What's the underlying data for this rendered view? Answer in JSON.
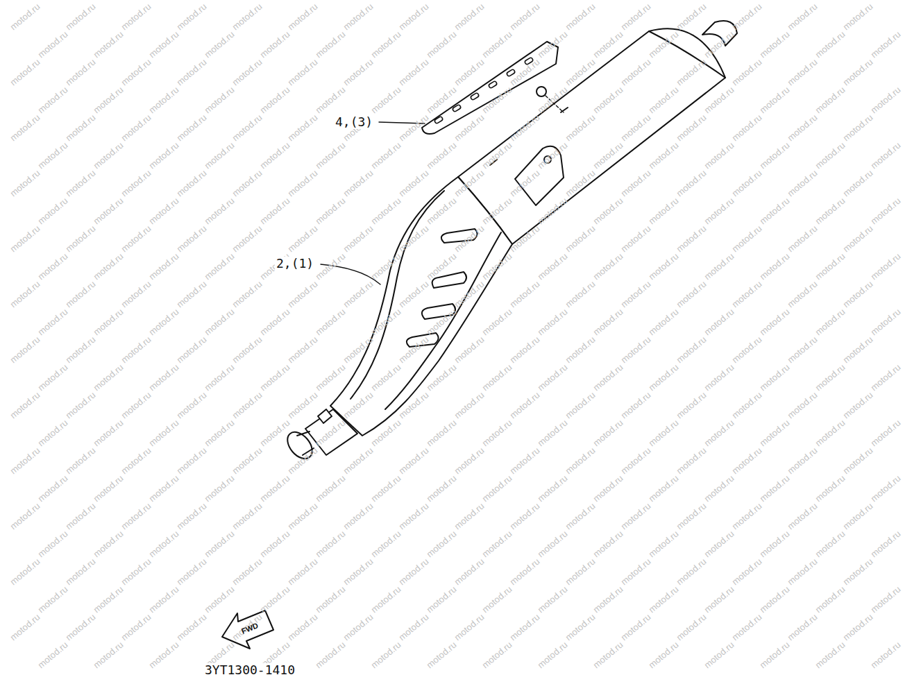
{
  "diagram": {
    "labels": [
      "4,(3)",
      "2,(1)",
      "FWD",
      "3YT1300-1410",
      "motod.ru",
      "motod.ru",
      "motod.ru",
      "motod.ru",
      "motod.ru",
      "motod.ru",
      "motod.ru",
      "motod.ru",
      "motod.ru",
      "motod.ru",
      "motod.ru",
      "motod.ru",
      "motod.ru",
      "motod.ru",
      "motod.ru",
      "motod.ru",
      "motod.ru",
      "motod.ru",
      "motod.ru",
      "motod.ru",
      "motod.ru",
      "motod.ru",
      "motod.ru",
      "motod.ru",
      "motod.ru",
      "motod.ru",
      "motod.ru",
      "motod.ru",
      "motod.ru",
      "motod.ru",
      "motod.ru",
      "motod.ru",
      "motod.ru",
      "motod.ru",
      "motod.ru",
      "motod.ru",
      "motod.ru",
      "motod.ru",
      "motod.ru",
      "motod.ru",
      "motod.ru",
      "motod.ru",
      "motod.ru",
      "motod.ru",
      "motod.ru",
      "motod.ru",
      "motod.ru",
      "motod.ru",
      "motod.ru",
      "motod.ru",
      "motod.ru",
      "motod.ru",
      "motod.ru",
      "motod.ru",
      "motod.ru",
      "motod.ru",
      "motod.ru",
      "motod.ru",
      "motod.ru",
      "motod.ru",
      "motod.ru",
      "motod.ru",
      "motod.ru",
      "motod.ru",
      "motod.ru",
      "motod.ru",
      "motod.ru",
      "motod.ru",
      "motod.ru",
      "motod.ru",
      "motod.ru",
      "motod.ru",
      "motod.ru",
      "motod.ru",
      "motod.ru",
      "motod.ru",
      "motod.ru",
      "motod.ru",
      "motod.ru",
      "motod.ru",
      "motod.ru",
      "motod.ru",
      "motod.ru",
      "motod.ru",
      "motod.ru",
      "motod.ru",
      "motod.ru",
      "motod.ru",
      "motod.ru",
      "motod.ru",
      "motod.ru",
      "motod.ru",
      "motod.ru",
      "motod.ru",
      "motod.ru",
      "motod.ru",
      "motod.ru",
      "motod.ru",
      "motod.ru",
      "motod.ru",
      "motod.ru",
      "motod.ru",
      "motod.ru",
      "motod.ru",
      "motod.ru",
      "motod.ru",
      "motod.ru",
      "motod.ru",
      "motod.ru",
      "motod.ru",
      "motod.ru",
      "motod.ru",
      "motod.ru",
      "motod.ru",
      "motod.ru",
      "motod.ru",
      "motod.ru",
      "motod.ru",
      "motod.ru",
      "motod.ru",
      "motod.ru",
      "motod.ru",
      "motod.ru",
      "motod.ru",
      "motod.ru",
      "motod.ru",
      "motod.ru",
      "motod.ru",
      "motod.ru",
      "motod.ru",
      "motod.ru",
      "motod.ru",
      "motod.ru",
      "motod.ru",
      "motod.ru",
      "motod.ru",
      "motod.ru",
      "motod.ru",
      "motod.ru",
      "motod.ru",
      "motod.ru",
      "motod.ru",
      "motod.ru",
      "motod.ru",
      "motod.ru",
      "motod.ru",
      "motod.ru",
      "motod.ru",
      "motod.ru",
      "motod.ru",
      "motod.ru",
      "motod.ru",
      "motod.ru",
      "motod.ru",
      "motod.ru",
      "motod.ru",
      "motod.ru",
      "motod.ru",
      "motod.ru",
      "motod.ru",
      "motod.ru",
      "motod.ru",
      "motod.ru",
      "motod.ru",
      "motod.ru",
      "motod.ru",
      "motod.ru",
      "motod.ru",
      "motod.ru",
      "motod.ru",
      "motod.ru",
      "motod.ru",
      "motod.ru",
      "motod.ru",
      "motod.ru",
      "motod.ru",
      "motod.ru",
      "motod.ru",
      "motod.ru",
      "motod.ru",
      "motod.ru",
      "motod.ru",
      "motod.ru",
      "motod.ru",
      "motod.ru",
      "motod.ru",
      "motod.ru",
      "motod.ru",
      "motod.ru",
      "motod.ru",
      "motod.ru",
      "motod.ru",
      "motod.ru",
      "motod.ru",
      "motod.ru",
      "motod.ru",
      "motod.ru",
      "motod.ru",
      "motod.ru",
      "motod.ru",
      "motod.ru",
      "motod.ru",
      "motod.ru",
      "motod.ru",
      "motod.ru",
      "motod.ru",
      "motod.ru",
      "motod.ru",
      "motod.ru",
      "motod.ru",
      "motod.ru",
      "motod.ru",
      "motod.ru",
      "motod.ru",
      "motod.ru",
      "motod.ru",
      "motod.ru",
      "motod.ru",
      "motod.ru",
      "motod.ru",
      "motod.ru",
      "motod.ru",
      "motod.ru",
      "motod.ru",
      "motod.ru",
      "motod.ru",
      "motod.ru",
      "motod.ru",
      "motod.ru",
      "motod.ru",
      "motod.ru",
      "motod.ru",
      "motod.ru",
      "motod.ru",
      "motod.ru",
      "motod.ru",
      "motod.ru",
      "motod.ru",
      "motod.ru",
      "motod.ru",
      "motod.ru",
      "motod.ru",
      "motod.ru",
      "motod.ru",
      "motod.ru",
      "motod.ru",
      "motod.ru",
      "motod.ru",
      "motod.ru",
      "motod.ru",
      "motod.ru",
      "motod.ru",
      "motod.ru",
      "motod.ru",
      "motod.ru",
      "motod.ru",
      "motod.ru",
      "motod.ru",
      "motod.ru",
      "motod.ru",
      "motod.ru",
      "motod.ru",
      "motod.ru",
      "motod.ru",
      "motod.ru",
      "motod.ru",
      "motod.ru",
      "motod.ru",
      "motod.ru",
      "motod.ru",
      "motod.ru",
      "motod.ru",
      "motod.ru",
      "motod.ru",
      "motod.ru",
      "motod.ru",
      "motod.ru",
      "motod.ru",
      "motod.ru",
      "motod.ru",
      "motod.ru",
      "motod.ru",
      "motod.ru",
      "motod.ru",
      "motod.ru",
      "motod.ru",
      "motod.ru",
      "motod.ru",
      "motod.ru",
      "motod.ru",
      "motod.ru",
      "motod.ru",
      "motod.ru",
      "motod.ru",
      "motod.ru",
      "motod.ru",
      "motod.ru",
      "motod.ru",
      "motod.ru",
      "motod.ru",
      "motod.ru",
      "motod.ru",
      "motod.ru",
      "motod.ru",
      "motod.ru",
      "motod.ru",
      "motod.ru",
      "motod.ru",
      "motod.ru",
      "motod.ru",
      "motod.ru",
      "motod.ru",
      "motod.ru",
      "motod.ru",
      "motod.ru",
      "motod.ru",
      "motod.ru",
      "motod.ru",
      "motod.ru",
      "motod.ru",
      "motod.ru",
      "motod.ru",
      "motod.ru",
      "motod.ru",
      "motod.ru",
      "motod.ru",
      "motod.ru",
      "motod.ru",
      "motod.ru",
      "motod.ru",
      "motod.ru",
      "motod.ru",
      "motod.ru",
      "motod.ru",
      "motod.ru",
      "motod.ru",
      "motod.ru",
      "motod.ru",
      "motod.ru",
      "motod.ru",
      "motod.ru",
      "motod.ru",
      "motod.ru",
      "motod.ru",
      "motod.ru",
      "motod.ru",
      "motod.ru",
      "motod.ru",
      "motod.ru",
      "motod.ru",
      "motod.ru",
      "motod.ru",
      "motod.ru",
      "motod.ru",
      "motod.ru",
      "motod.ru",
      "motod.ru",
      "motod.ru",
      "motod.ru",
      "motod.ru",
      "motod.ru",
      "motod.ru",
      "motod.ru",
      "motod.ru",
      "motod.ru",
      "motod.ru",
      "motod.ru",
      "motod.ru",
      "motod.ru",
      "motod.ru",
      "motod.ru",
      "motod.ru",
      "motod.ru",
      "motod.ru",
      "motod.ru",
      "motod.ru",
      "motod.ru",
      "motod.ru",
      "motod.ru",
      "motod.ru",
      "motod.ru",
      "motod.ru",
      "motod.ru",
      "motod.ru"
    ]
  }
}
